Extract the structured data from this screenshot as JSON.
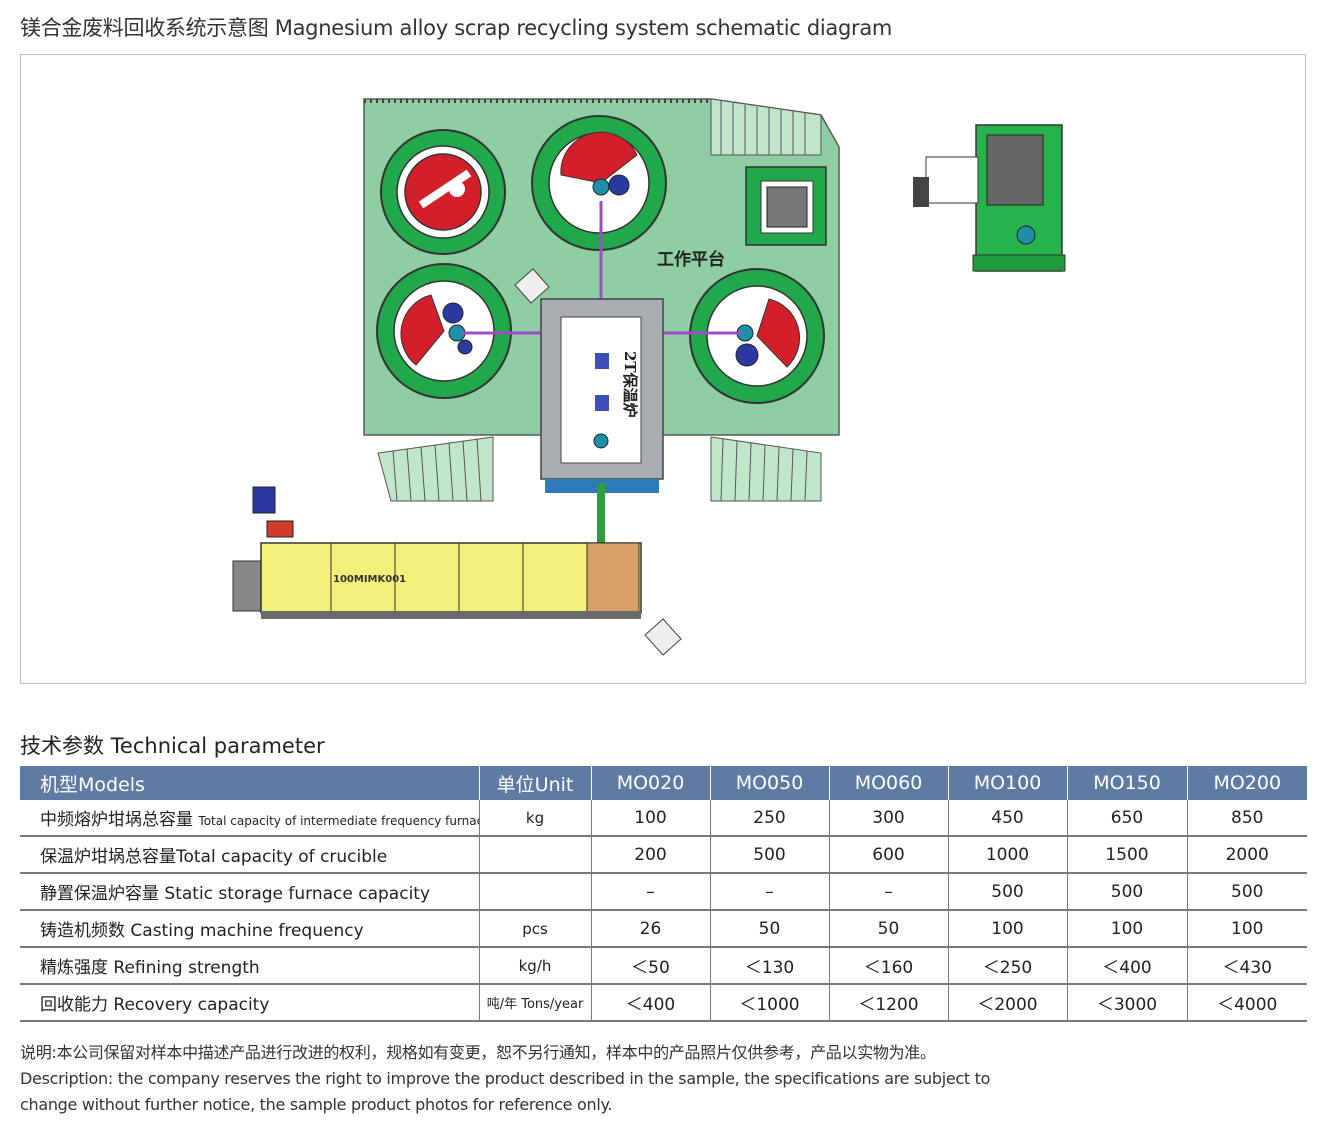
{
  "header": {
    "title": "镁合金废料回收系统示意图 Magnesium alloy scrap recycling system schematic diagram"
  },
  "diagram": {
    "labels": {
      "platform": "工作平台",
      "holding_furnace": "2T保温炉",
      "casting_machine": "100MIMK001"
    },
    "colors": {
      "platform": "#8fcda2",
      "crucible_ring": "#20a84a",
      "melt": "#d31f2a",
      "conveyor": "#f2f07a",
      "pipe": "#a04cc8",
      "tower": "#27b34b"
    }
  },
  "section": {
    "title": "技术参数 Technical parameter"
  },
  "table": {
    "headers": [
      "机型Models",
      "单位Unit",
      "MO020",
      "MO050",
      "MO060",
      "MO100",
      "MO150",
      "MO200"
    ],
    "rows": [
      {
        "name_cn": "中频熔炉坩埚总容量",
        "name_en": "Total capacity of intermediate frequency furnace",
        "unit": "kg",
        "values": [
          "100",
          "250",
          "300",
          "450",
          "650",
          "850"
        ]
      },
      {
        "name_cn": "保温炉坩埚总容量",
        "name_en": "Total capacity of crucible",
        "unit": "",
        "values": [
          "200",
          "500",
          "600",
          "1000",
          "1500",
          "2000"
        ]
      },
      {
        "name_cn": "静置保温炉容量",
        "name_en": "Static storage furnace capacity",
        "unit": "",
        "values": [
          "–",
          "–",
          "–",
          "500",
          "500",
          "500"
        ]
      },
      {
        "name_cn": "铸造机频数",
        "name_en": "Casting machine frequency",
        "unit": "pcs",
        "values": [
          "26",
          "50",
          "50",
          "100",
          "100",
          "100"
        ]
      },
      {
        "name_cn": "精炼强度",
        "name_en": "Refining strength",
        "unit": "kg/h",
        "values": [
          "＜50",
          "＜130",
          "＜160",
          "＜250",
          "＜400",
          "＜430"
        ]
      },
      {
        "name_cn": "回收能力",
        "name_en": "Recovery capacity",
        "unit": "吨/年 Tons/year",
        "values": [
          "＜400",
          "＜1000",
          "＜1200",
          "＜2000",
          "＜3000",
          "＜4000"
        ]
      }
    ]
  },
  "note": {
    "line1": "说明:本公司保留对样本中描述产品进行改进的权利，规格如有变更，恕不另行通知，样本中的产品照片仅供参考，产品以实物为准。",
    "line2": "Description: the company reserves the right to improve the product described in the sample, the specifications are subject to",
    "line3": "change without further notice, the sample product photos for reference only."
  }
}
